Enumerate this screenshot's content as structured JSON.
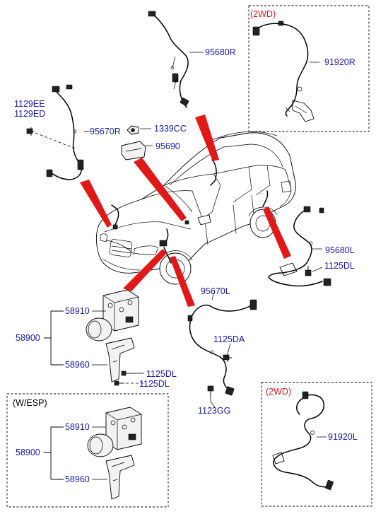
{
  "labels": {
    "p95680R": "95680R",
    "p91920R": "91920R",
    "p2wd_top": "(2WD)",
    "p1129EE": "1129EE",
    "p1129ED": "1129ED",
    "p95670R": "95670R",
    "p1339CC": "1339CC",
    "p95690": "95690",
    "p95680L": "95680L",
    "p1125DL_right": "1125DL",
    "p95670L": "95670L",
    "p1125DA": "1125DA",
    "p1123GG": "1123GG",
    "p58910_top": "58910",
    "p58900_top": "58900",
    "p58960_top": "58960",
    "p1125DL_a": "1125DL",
    "p1125DL_b": "1125DL",
    "p2wd_bottom": "(2WD)",
    "p91920L": "91920L",
    "wesp_title": "(W/ESP)",
    "p58910_bot": "58910",
    "p58900_bot": "58900",
    "p58960_bot": "58960"
  },
  "colors": {
    "part_number": "#1a1aa6",
    "variant_note": "#d41a1a",
    "pointer": "#e01818"
  }
}
